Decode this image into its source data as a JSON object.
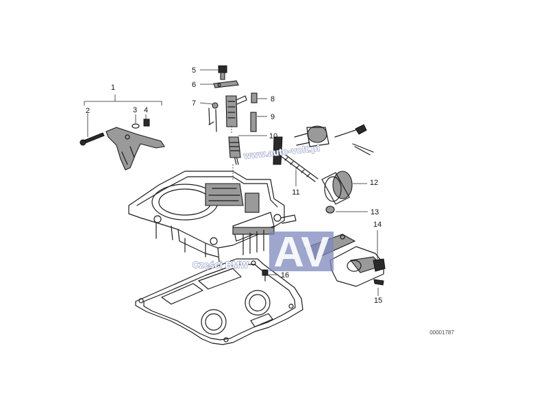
{
  "diagram": {
    "callouts": [
      "1",
      "2",
      "3",
      "4",
      "5",
      "6",
      "7",
      "8",
      "9",
      "10",
      "11",
      "12",
      "13",
      "14",
      "15",
      "16"
    ],
    "reference_number": "00001787"
  },
  "watermark": {
    "url_text": "www.auto-volt.pl",
    "logo_letters": "AV",
    "caption": "Części BMW",
    "color": "#7e88bd"
  }
}
